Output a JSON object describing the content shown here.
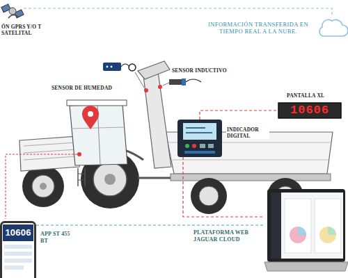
{
  "diagram": {
    "nodes": [
      {
        "text": [
          "ÓN GPRS Y/O T SATELITAL"
        ]
      },
      {
        "text": [
          "INFORMACIÓN TRANSFERIDA EN TIEMPO REAL A LA NUBE."
        ]
      },
      {
        "text": [
          "SENSOR DE HUMEDAD"
        ]
      },
      {
        "text": [
          "SENSOR INDUCTIVO"
        ]
      },
      {
        "text": [
          "PANTALLA XL",
          "10606"
        ]
      },
      {
        "text": [
          "INDICADOR DIGITAL"
        ]
      },
      {
        "text": [
          "10606",
          "APP ST 455 BT"
        ]
      },
      {
        "text": [
          "PLATAFORMA WEB JAGUAR CLOUD"
        ]
      }
    ],
    "edges": [
      {
        "from": 0,
        "to": 1,
        "arrow": "none"
      },
      {
        "from": 5,
        "to": 4,
        "arrow": "none"
      },
      {
        "from": 5,
        "to": 7,
        "arrow": "none"
      },
      {
        "from": 6,
        "to": 7,
        "arrow": "none"
      }
    ]
  }
}
